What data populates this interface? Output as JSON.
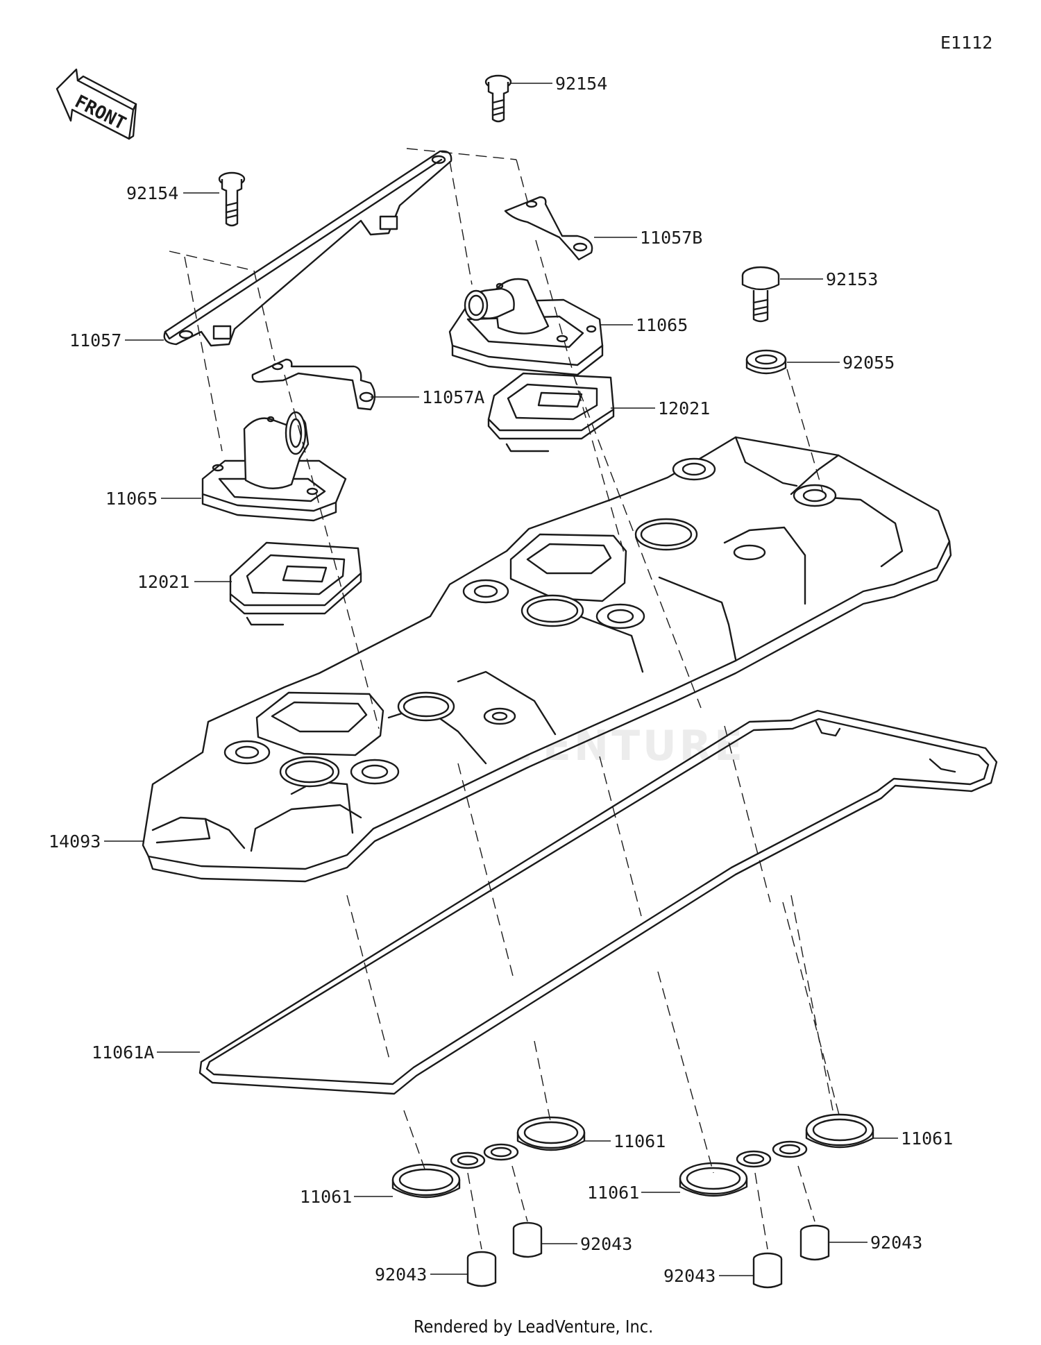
{
  "diagram_code": "E1112",
  "direction_label": "FRONT",
  "watermark": "LEADVENTURE",
  "footer": "Rendered by LeadVenture, Inc.",
  "labels": [
    {
      "id": "bolt-upper",
      "text": "92154"
    },
    {
      "id": "bolt-left",
      "text": "92154"
    },
    {
      "id": "bracket-right",
      "text": "11057B"
    },
    {
      "id": "bolt-cap",
      "text": "92153"
    },
    {
      "id": "seal-cap",
      "text": "92055"
    },
    {
      "id": "cover-right",
      "text": "11065"
    },
    {
      "id": "bracket-main",
      "text": "11057"
    },
    {
      "id": "bracket-left",
      "text": "11057A"
    },
    {
      "id": "gasket-right",
      "text": "12021"
    },
    {
      "id": "cover-left",
      "text": "11065"
    },
    {
      "id": "gasket-left",
      "text": "12021"
    },
    {
      "id": "head-cover",
      "text": "14093"
    },
    {
      "id": "head-gasket",
      "text": "11061A"
    },
    {
      "id": "ring-1",
      "text": "11061"
    },
    {
      "id": "ring-2",
      "text": "11061"
    },
    {
      "id": "ring-3",
      "text": "11061"
    },
    {
      "id": "ring-4",
      "text": "11061"
    },
    {
      "id": "dowel-1",
      "text": "92043"
    },
    {
      "id": "dowel-2",
      "text": "92043"
    },
    {
      "id": "dowel-3",
      "text": "92043"
    },
    {
      "id": "dowel-4",
      "text": "92043"
    }
  ]
}
